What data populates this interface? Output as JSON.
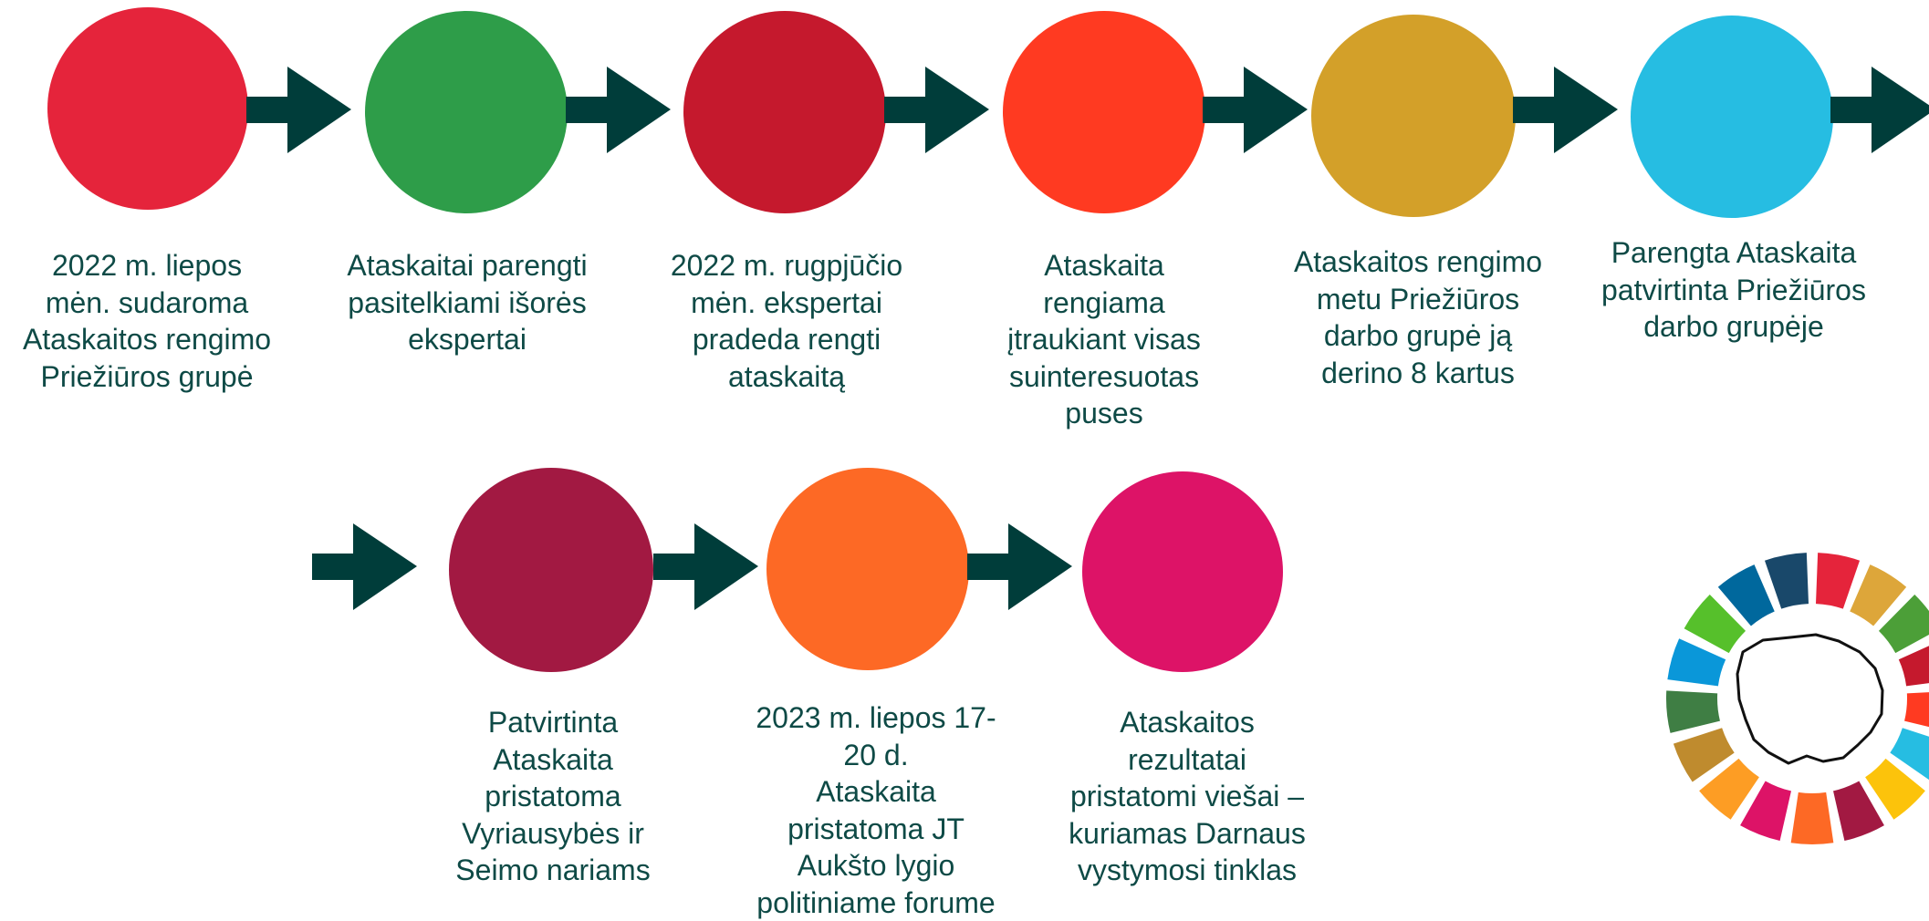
{
  "colors": {
    "arrow": "#003d3a",
    "text": "#0e4a46"
  },
  "steps": [
    {
      "color": "#e5243b",
      "lines": [
        "2022 m. liepos",
        "mėn. sudaroma",
        "Ataskaitos rengimo",
        "Priežiūros grupė"
      ]
    },
    {
      "color": "#2e9d49",
      "lines": [
        "Ataskaitai parengti",
        "pasitelkiami išorės",
        "ekspertai"
      ]
    },
    {
      "color": "#c5192d",
      "lines": [
        "2022 m. rugpjūčio",
        "mėn. ekspertai",
        "pradeda rengti",
        "ataskaitą"
      ]
    },
    {
      "color": "#ff3a21",
      "lines": [
        "Ataskaita",
        "rengiama",
        "įtraukiant visas",
        "suinteresuotas",
        "puses"
      ]
    },
    {
      "color": "#d3a029",
      "lines": [
        "Ataskaitos rengimo",
        "metu Priežiūros",
        "darbo grupė ją",
        "derino 8 kartus"
      ]
    },
    {
      "color": "#26bde2",
      "lines": [
        "Parengta Ataskaita",
        "patvirtinta Priežiūros",
        "darbo grupėje"
      ]
    },
    {
      "color": "#a21942",
      "lines": [
        "Patvirtinta",
        "Ataskaita",
        "pristatoma",
        "Vyriausybės ir",
        "Seimo nariams"
      ]
    },
    {
      "color": "#fd6925",
      "lines": [
        "2023 m. liepos 17-",
        "20 d.",
        "Ataskaita",
        "pristatoma JT",
        "Aukšto lygio",
        "politiniame forume"
      ]
    },
    {
      "color": "#dd1367",
      "lines": [
        "Ataskaitos",
        "rezultatai",
        "pristatomi viešai –",
        "kuriamas Darnaus",
        "vystymosi tinklas"
      ]
    }
  ],
  "sdg_colors": [
    "#e5243b",
    "#dda63a",
    "#4c9f38",
    "#c5192d",
    "#ff3a21",
    "#26bde2",
    "#fcc30b",
    "#a21942",
    "#fd6925",
    "#dd1367",
    "#fd9d24",
    "#bf8b2e",
    "#3f7e44",
    "#0a97d9",
    "#56c02b",
    "#00689d",
    "#19486a"
  ]
}
